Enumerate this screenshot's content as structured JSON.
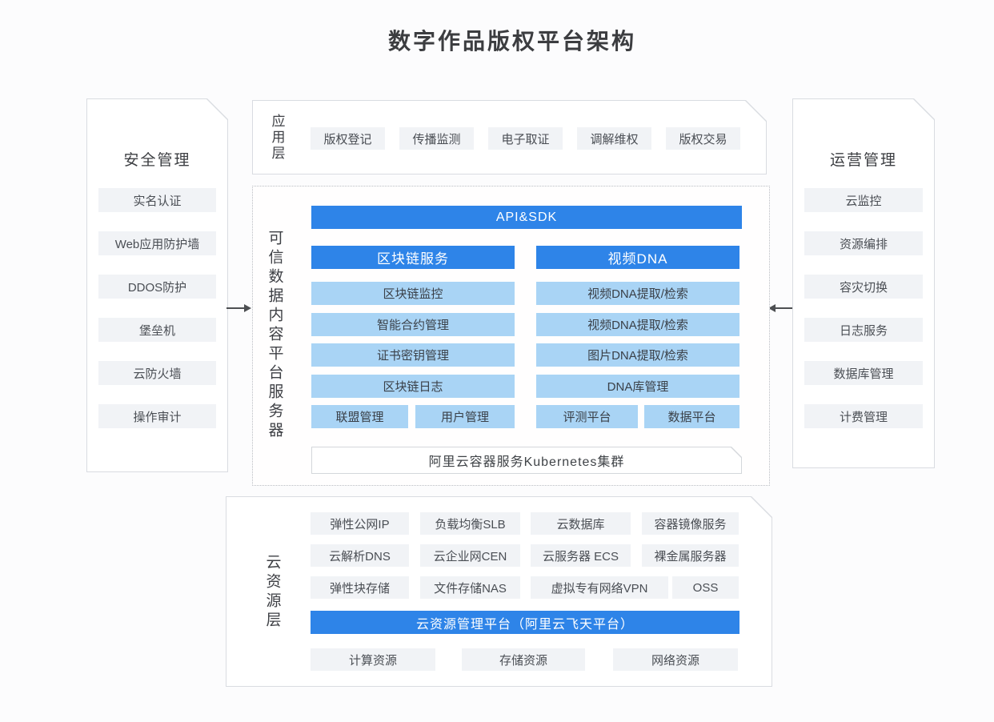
{
  "title": "数字作品版权平台架构",
  "colors": {
    "accent_blue": "#2e84e8",
    "light_blue": "#a9d4f5",
    "item_gray": "#f1f3f6",
    "panel_border": "#d9dce1",
    "arrow": "#4d4f52"
  },
  "icons": {
    "left_connector": "arrow-right-icon",
    "right_connector": "arrow-left-icon"
  },
  "security_panel": {
    "title": "安全管理",
    "items": [
      "实名认证",
      "Web应用防护墙",
      "DDOS防护",
      "堡垒机",
      "云防火墙",
      "操作审计"
    ]
  },
  "app_layer": {
    "label": "应用层",
    "items": [
      "版权登记",
      "传播监测",
      "电子取证",
      "调解维权",
      "版权交易"
    ]
  },
  "platform_panel": {
    "label": "可信数据内容平台服务器",
    "api_bar": "API&SDK",
    "blockchain": {
      "header": "区块链服务",
      "items": [
        "区块链监控",
        "智能合约管理",
        "证书密钥管理",
        "区块链日志"
      ],
      "footer_items": [
        "联盟管理",
        "用户管理"
      ]
    },
    "dna": {
      "header": "视频DNA",
      "items": [
        "视频DNA提取/检索",
        "视频DNA提取/检索",
        "图片DNA提取/检索",
        "DNA库管理"
      ],
      "footer_items": [
        "评测平台",
        "数据平台"
      ]
    },
    "k8s_bar": "阿里云容器服务Kubernetes集群"
  },
  "ops_panel": {
    "title": "运营管理",
    "items": [
      "云监控",
      "资源编排",
      "容灾切换",
      "日志服务",
      "数据库管理",
      "计费管理"
    ]
  },
  "cloud_layer": {
    "label": "云资源层",
    "rows": [
      [
        "弹性公网IP",
        "负载均衡SLB",
        "云数据库",
        "容器镜像服务"
      ],
      [
        "云解析DNS",
        "云企业网CEN",
        "云服务器 ECS",
        "裸金属服务器"
      ],
      [
        "弹性块存储",
        "文件存储NAS",
        "虚拟专有网络VPN",
        "OSS"
      ]
    ],
    "platform_bar": "云资源管理平台（阿里云飞天平台）",
    "resource_items": [
      "计算资源",
      "存储资源",
      "网络资源"
    ]
  }
}
